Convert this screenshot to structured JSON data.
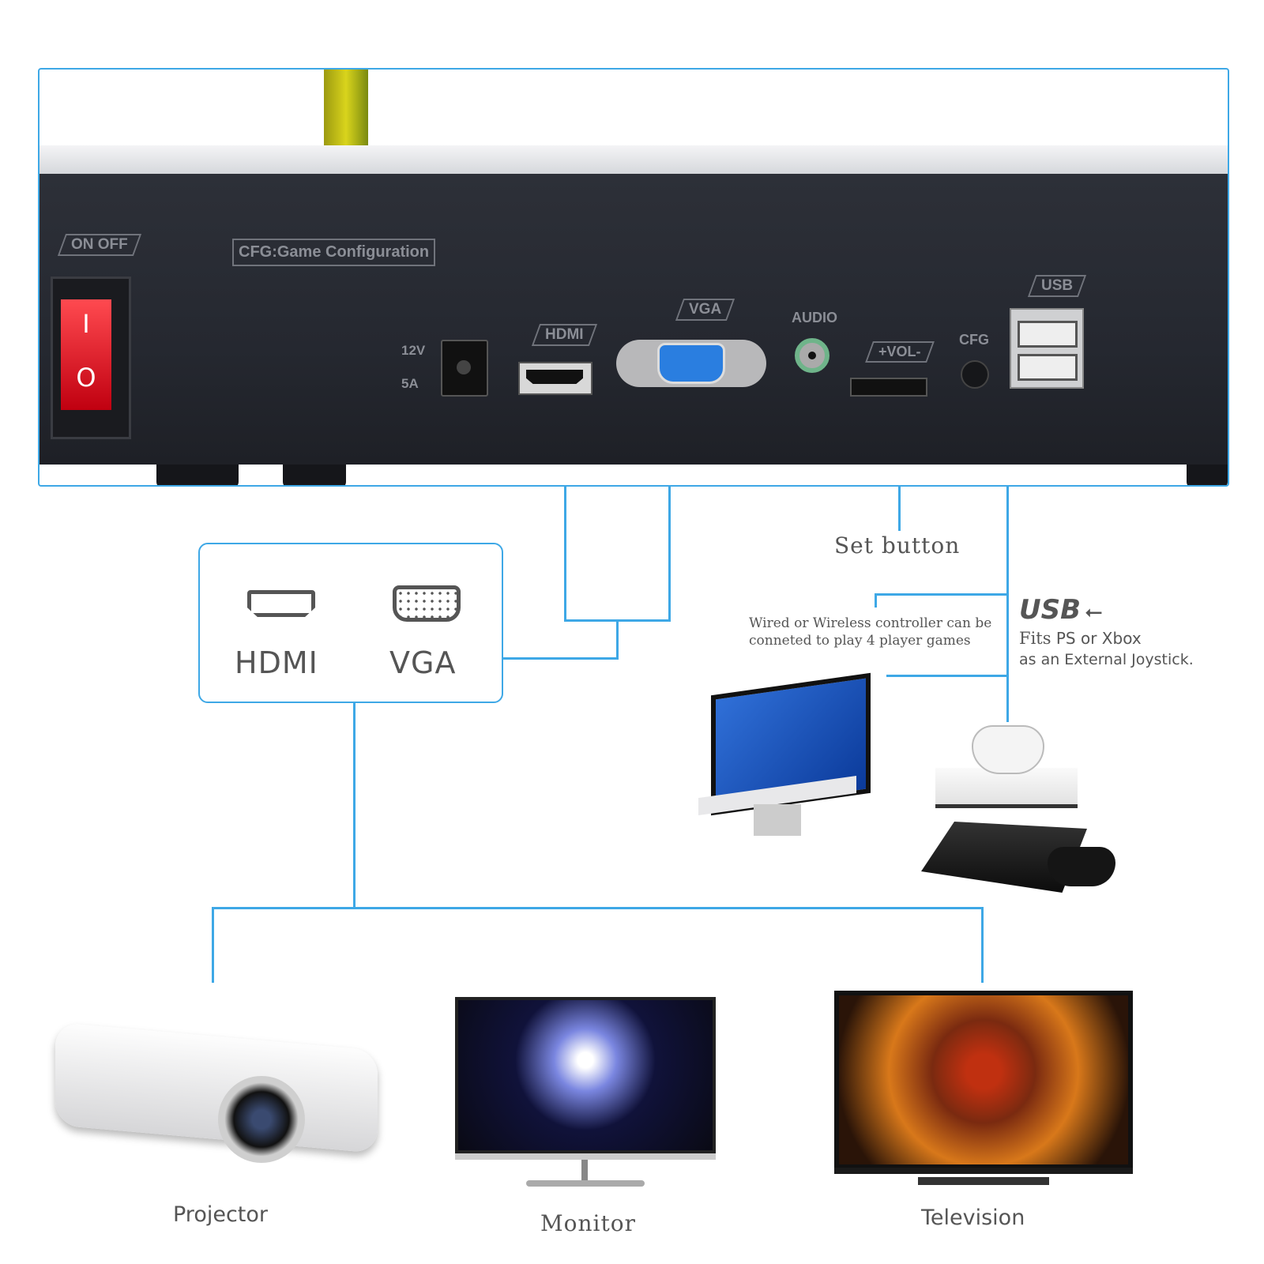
{
  "panel": {
    "switch_label": "ON OFF",
    "switch_on": "I",
    "switch_off": "O",
    "cfg_label": "CFG:Game Configuration",
    "power_v": "12V",
    "power_a": "5A",
    "hdmi_label": "HDMI",
    "vga_label": "VGA",
    "audio_label": "AUDIO",
    "vol_label": "+VOL-",
    "cfg_button_label": "CFG",
    "usb_label": "USB"
  },
  "outputs": {
    "hdmi": "HDMI",
    "vga": "VGA"
  },
  "set_button": "Set button",
  "controller_note": [
    "Wired or Wireless controller can be",
    "conneted to play 4 player games"
  ],
  "usb": {
    "title": "USB",
    "line1_a": "Fits",
    "line1_b": "PS or Xbox",
    "line2": "as an External Joystick."
  },
  "devices": {
    "projector": "Projector",
    "monitor": "Monitor",
    "television": "Television"
  },
  "colors": {
    "connector_line": "#3ea8e6",
    "panel": "#2a2d34",
    "switch": "#e0101c",
    "vga_port": "#2a7ee0"
  }
}
